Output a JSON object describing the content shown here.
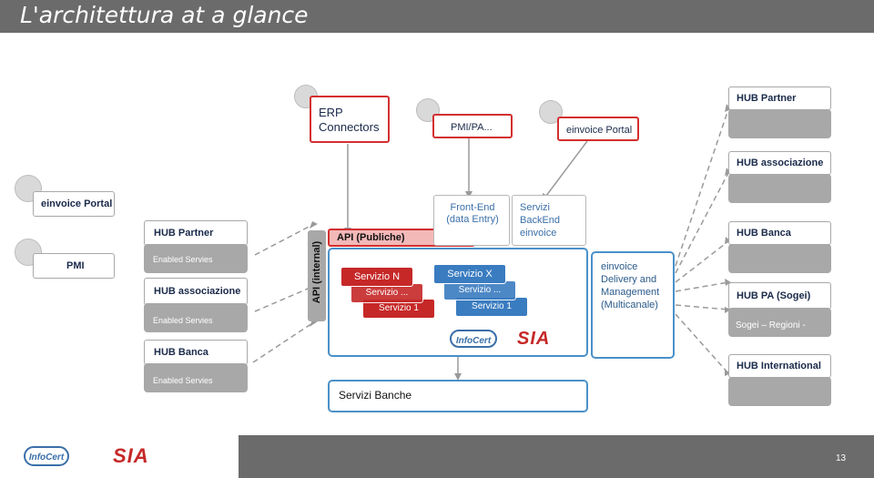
{
  "title": "L'architettura at a glance",
  "page_number": "13",
  "top": {
    "erp_connectors": "ERP Connectors",
    "pmi_pa": "PMI/PA...",
    "einvoice_portal": "einvoice Portal"
  },
  "left": {
    "einvoice_portal": "einvoice Portal",
    "pmi": "PMI",
    "hub_partner": "HUB Partner",
    "enabled_servies_1": "Enabled Servies",
    "hub_associazione": "HUB associazione",
    "enabled_servies_2": "Enabled Servies",
    "hub_banca": "HUB Banca",
    "enabled_servies_3": "Enabled Servies"
  },
  "center": {
    "api_internal": "API (internal)",
    "api_publiche": "API (Publiche)",
    "front_end": "Front-End (data Entry)",
    "servizi_backend": "Servizi BackEnd einvoice",
    "servizio_n": "Servizio N",
    "servizio_dots_red": "Servizio ...",
    "servizio_1_red": "Servizio 1",
    "servizio_x": "Servizio X",
    "servizio_dots_blue": "Servizio ...",
    "servizio_1_blue": "Servizio 1",
    "infocert_logo": "InfoCert",
    "sia_logo": "SIA",
    "servizi_banche": "Servizi Banche",
    "einvoice_delivery": "einvoice Delivery and Management (Multicanale)"
  },
  "right": {
    "hub_partner": "HUB Partner",
    "hub_associazione": "HUB associazione",
    "hub_banca": "HUB Banca",
    "hub_pa": "HUB PA (Sogei)",
    "sogei_regioni": "Sogei – Regioni -",
    "hub_international": "HUB International"
  },
  "footer": {
    "infocert_logo": "InfoCert",
    "sia_logo": "SIA"
  },
  "colors": {
    "header_grey": "#6b6b6b",
    "red": "#c62828",
    "blue": "#3a7cc0",
    "box_grey": "#a8a8a8"
  }
}
